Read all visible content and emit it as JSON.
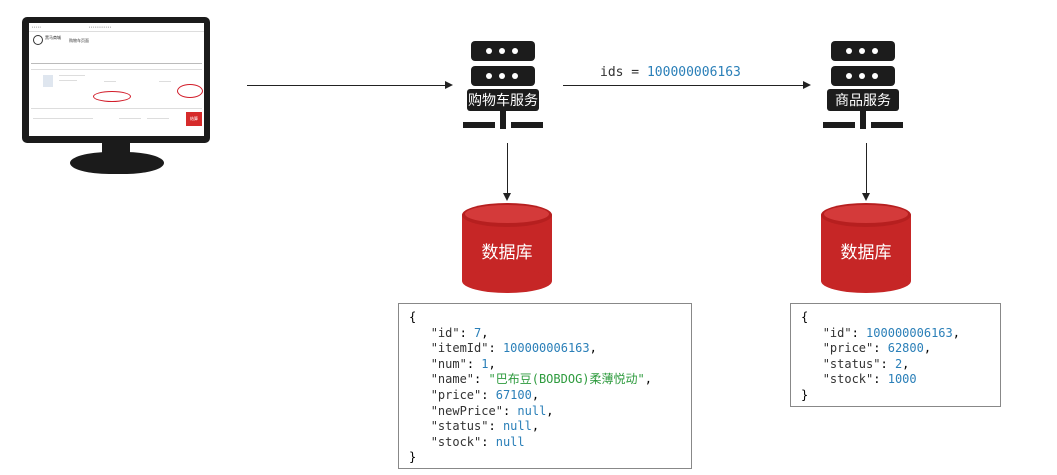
{
  "diagram": {
    "cart_service_label": "购物车服务",
    "item_service_label": "商品服务",
    "request_key": "ids = ",
    "request_value": "100000006163",
    "database_label_left": "数据库",
    "database_label_right": "数据库"
  },
  "cart_record": [
    {
      "key": "\"id\"",
      "value": "7",
      "type": "num"
    },
    {
      "key": "\"itemId\"",
      "value": "100000006163",
      "type": "num"
    },
    {
      "key": "\"num\"",
      "value": "1",
      "type": "num"
    },
    {
      "key": "\"name\"",
      "value": "\"巴布豆(BOBDOG)柔薄悦动\"",
      "type": "str"
    },
    {
      "key": "\"price\"",
      "value": "67100",
      "type": "num"
    },
    {
      "key": "\"newPrice\"",
      "value": "null",
      "type": "num"
    },
    {
      "key": "\"status\"",
      "value": "null",
      "type": "num"
    },
    {
      "key": "\"stock\"",
      "value": "null",
      "type": "num"
    }
  ],
  "item_record": [
    {
      "key": "\"id\"",
      "value": "100000006163",
      "type": "num"
    },
    {
      "key": "\"price\"",
      "value": "62800",
      "type": "num"
    },
    {
      "key": "\"status\"",
      "value": "2",
      "type": "num"
    },
    {
      "key": "\"stock\"",
      "value": "1000",
      "type": "num"
    }
  ],
  "mini_page": {
    "brand": "黑马商城",
    "title": "购物车页面",
    "buy": "结算"
  },
  "colors": {
    "number": "#2a7fb8",
    "string": "#2e9b3e",
    "database": "#c62626"
  },
  "icons": [
    "monitor-icon",
    "server-icon",
    "database-icon"
  ]
}
